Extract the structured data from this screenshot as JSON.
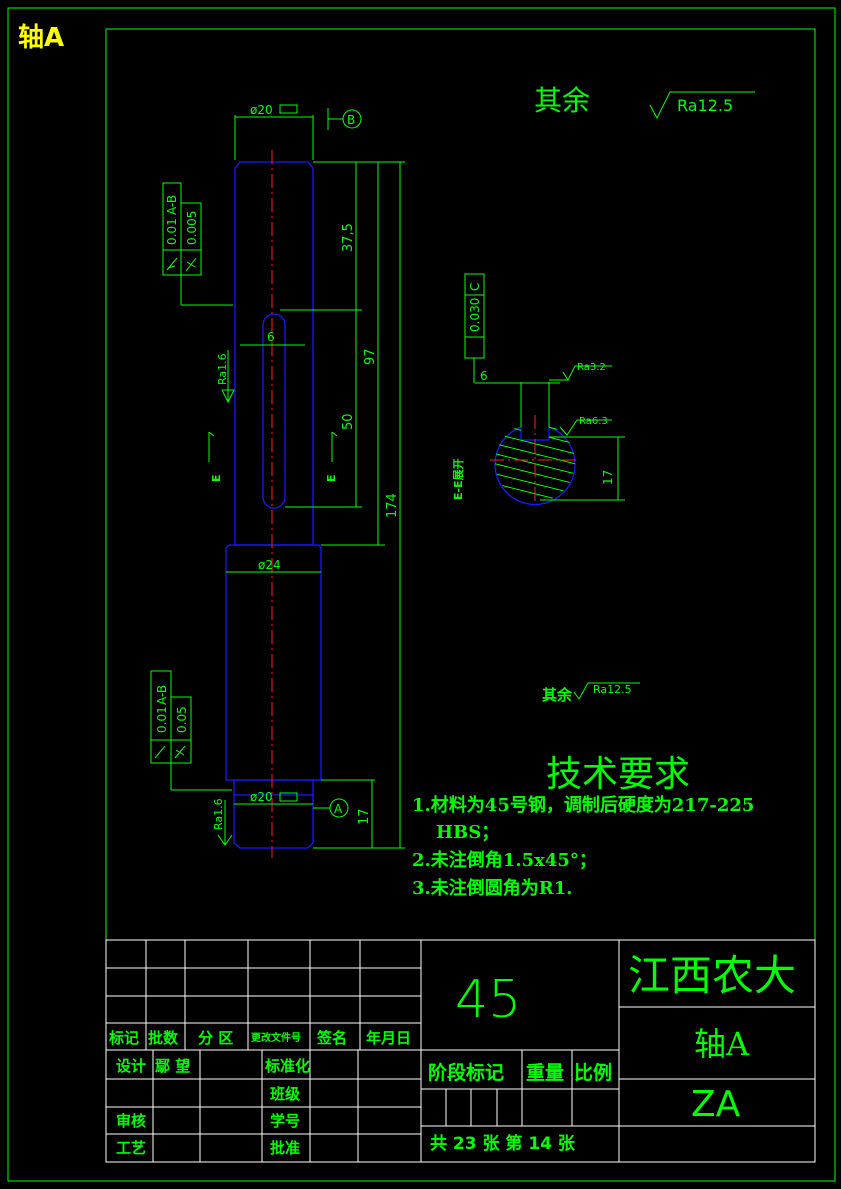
{
  "sheet_title": "轴A",
  "roughness_default": {
    "prefix": "其余",
    "value": "Ra12.5"
  },
  "roughness_default_small": {
    "prefix": "其余",
    "value": "Ra12.5"
  },
  "shaft": {
    "top_diameter": "ø20",
    "middle_diameter": "ø24",
    "bottom_diameter": "ø20",
    "keyway_width": "6",
    "dims": {
      "d37_5": "37,5",
      "d97": "97",
      "d50": "50",
      "d174": "174",
      "d17": "17"
    },
    "datum_top": "B",
    "datum_bottom": "A",
    "section_mark": "E",
    "roughness_side": "Ra1.6",
    "roughness_bottom": "Ra1.6",
    "tolerance_top": {
      "tol1": "0.01",
      "datum1": "A-B",
      "tol2": "0.005"
    },
    "tolerance_bottom": {
      "tol1": "0.01",
      "datum1": "A-B",
      "tol2": "0.05"
    }
  },
  "section": {
    "title": "E-E展开",
    "symmetry_tol": "0.030",
    "symmetry_datum": "C",
    "key_width": "6",
    "depth": "17",
    "roughness_top": "Ra3.2",
    "roughness_side": "Ra6.3"
  },
  "tech_req": {
    "title": "技术要求",
    "items": [
      "1.材料为45号钢，调制后硬度为217-225",
      "HBS；",
      "2.未注倒角1.5x45°；",
      "3.未注倒圆角为R1."
    ]
  },
  "title_block": {
    "material": "45",
    "school": "江西农大",
    "part_name": "轴A",
    "code": "ZA",
    "header_labels": [
      "标记",
      "批数",
      "分 区",
      "更改文件号",
      "签名",
      "年月日"
    ],
    "designer_label": "设计",
    "designer_name": "鄢 望",
    "standard_label": "标准化",
    "class_label": "班级",
    "review_label": "审核",
    "student_no_label": "学号",
    "process_label": "工艺",
    "approve_label": "批准",
    "stage_label": "阶段标记",
    "weight_label": "重量",
    "scale_label": "比例",
    "sheet_info": "共 23 张 第 14 张"
  }
}
